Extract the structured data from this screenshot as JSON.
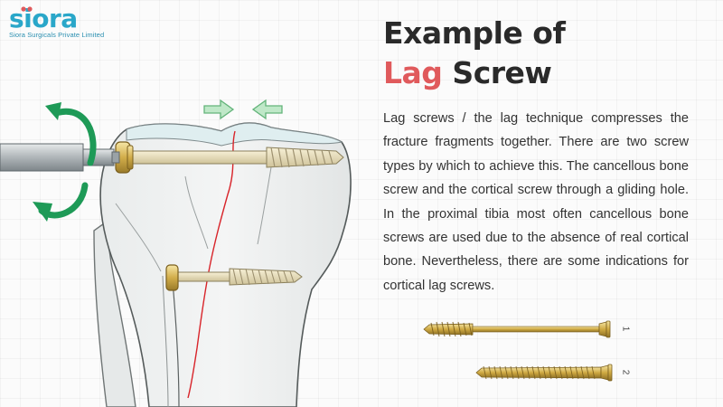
{
  "logo": {
    "name": "siora",
    "tagline": "Siora Surgicals Private Limited"
  },
  "title": {
    "line1": "Example of",
    "accent": "Lag",
    "rest": "Screw"
  },
  "paragraph": "Lag screws / the lag technique compresses the fracture fragments together. There are two screw types by which to achieve this. The cancellous bone screw and the cortical screw through a gliding hole. In the proximal tibia most often cancellous bone screws are used due to the absence of real cortical bone. Nevertheless, there are some indications for cortical lag screws.",
  "screws": [
    {
      "label": "1",
      "type": "cancellous-screw"
    },
    {
      "label": "2",
      "type": "cortical-screw"
    }
  ],
  "colors": {
    "brand": "#2aa7c9",
    "accent": "#e05a5c",
    "arrow_green": "#1e9a57",
    "fracture_line": "#d8242a",
    "screw_gold": "#d4b24c"
  }
}
